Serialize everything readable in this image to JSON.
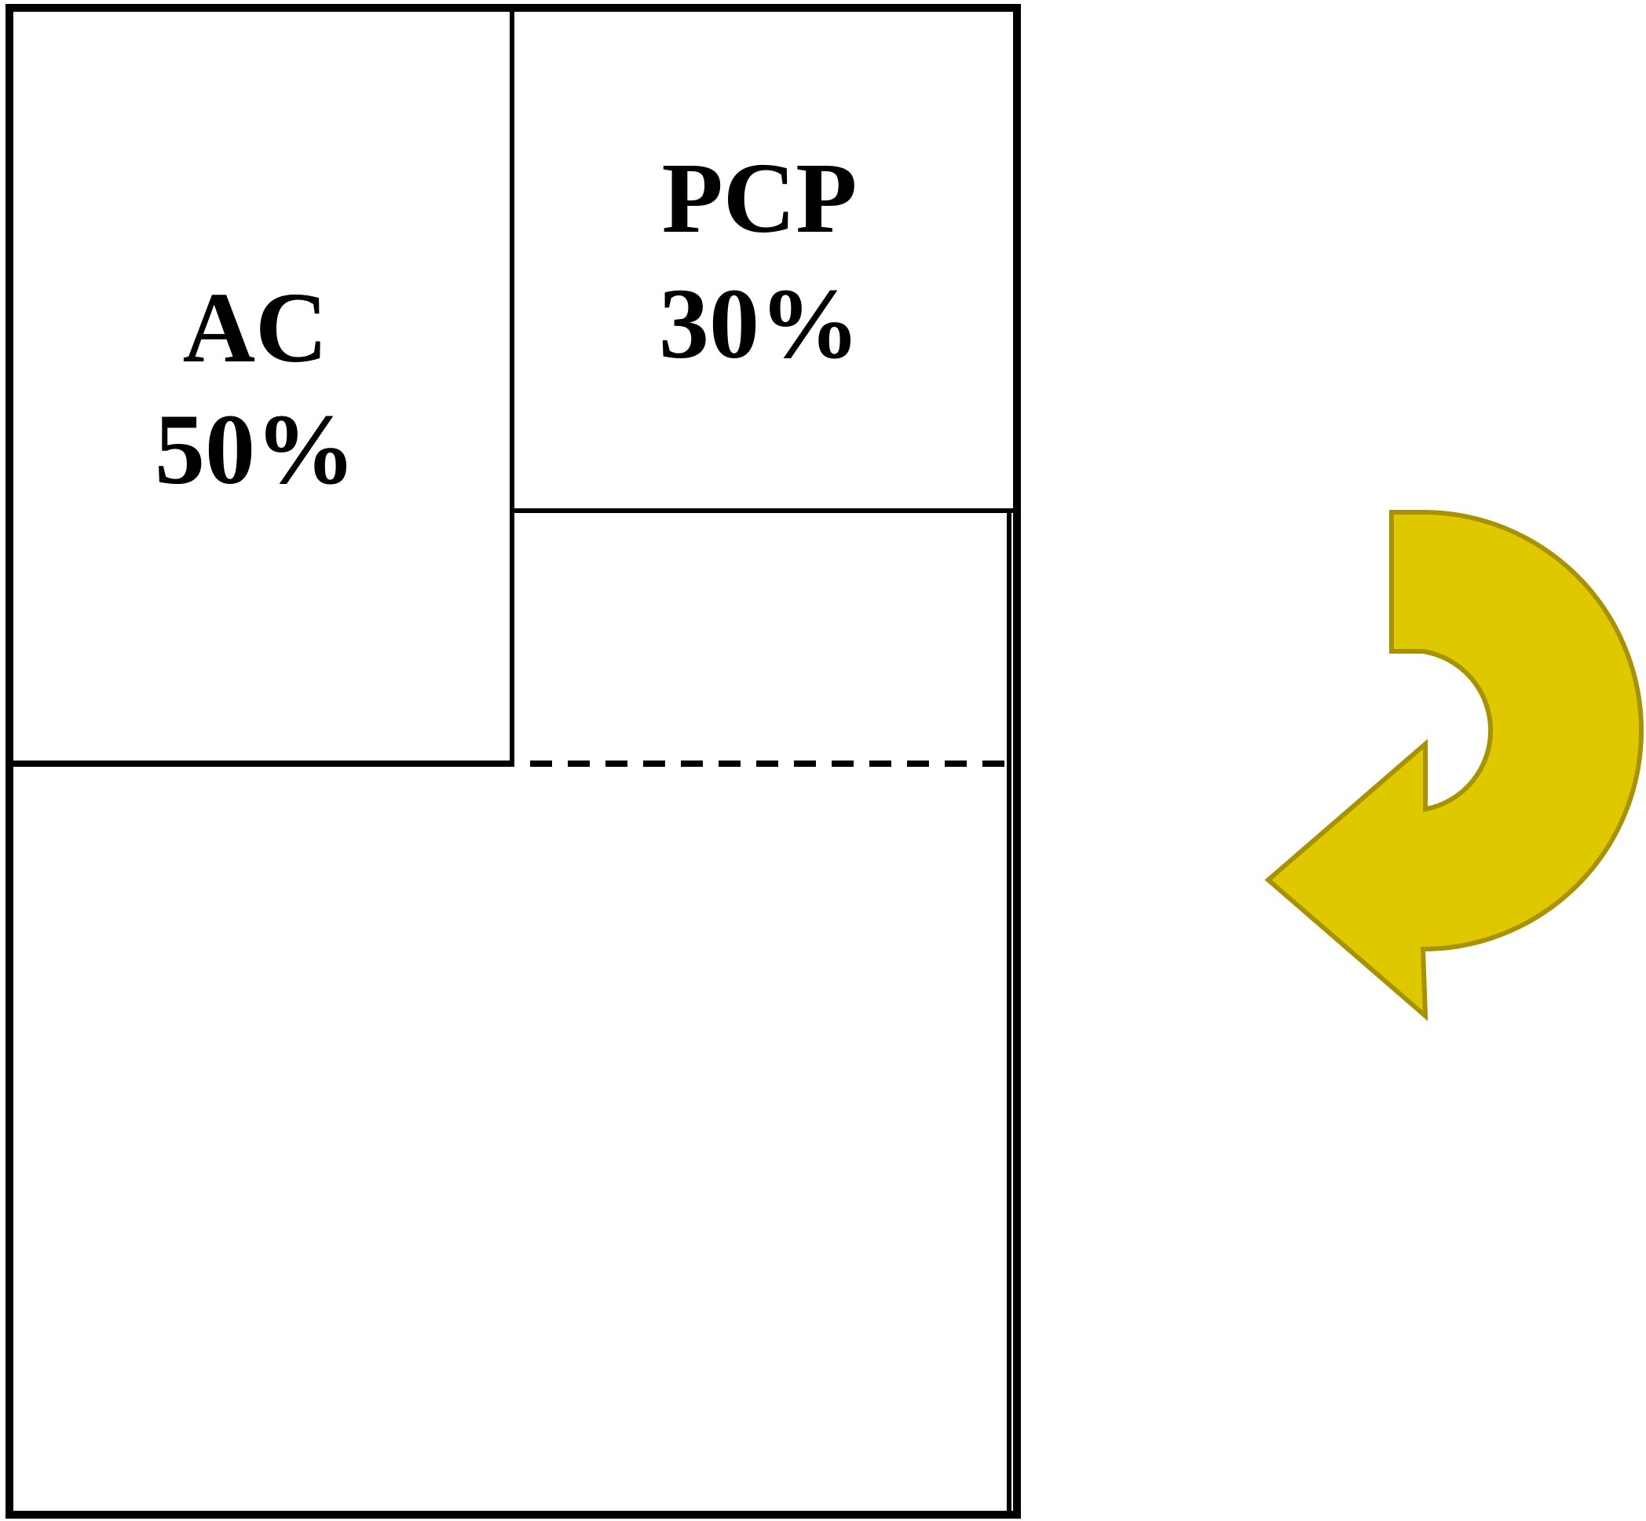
{
  "regions": {
    "ac": {
      "name": "AC",
      "share": "50%"
    },
    "pcp": {
      "name": "PCP",
      "share": "30%"
    }
  },
  "colors": {
    "line": "#000000",
    "background": "#ffffff",
    "arrow_fill": "#E0C800",
    "arrow_stroke": "#A89200"
  },
  "icons": {
    "rotate_arrow": "counterclockwise-u-turn-arrow-icon"
  }
}
